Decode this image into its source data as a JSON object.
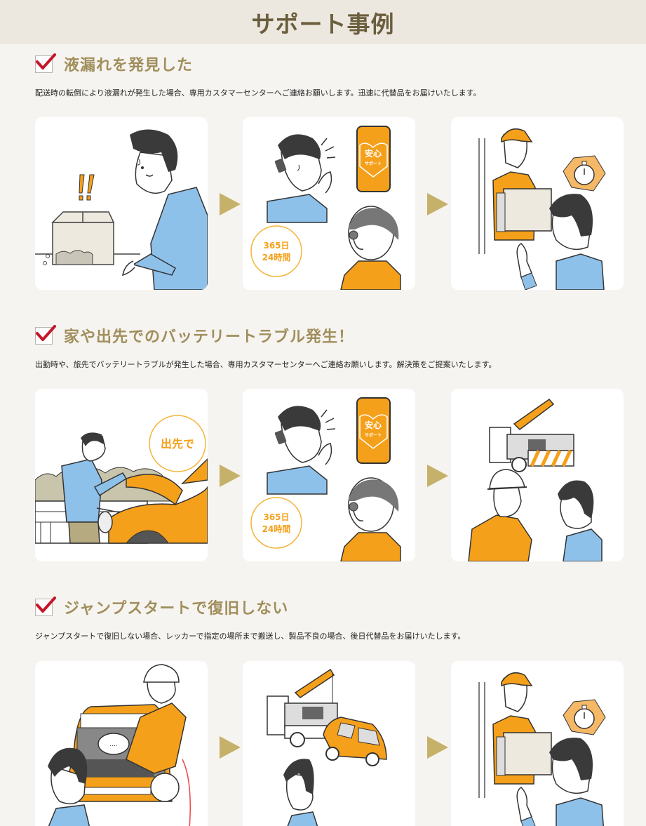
{
  "header": {
    "title": "サポート事例"
  },
  "colors": {
    "accent_gold": "#a08e5c",
    "title_brown": "#6b5e3e",
    "arrow": "#c6b16a",
    "check_red": "#c4162a",
    "orange": "#f5a01a",
    "shirt_blue": "#8ec1ea"
  },
  "sections": [
    {
      "title": "液漏れを発見した",
      "description": "配送時の転倒により液漏れが発生した場合、専用カスタマーセンターへご連絡お願いします。迅速に代替品をお届けいたします。",
      "steps": [
        {
          "illustration": "man-finding-leaking-box",
          "icon": "exclamation-marks-icon"
        },
        {
          "illustration": "customer-calling-support",
          "phone_label_main": "安心",
          "phone_label_sub": "サポート",
          "badge_line1": "365日",
          "badge_line2": "24時間"
        },
        {
          "illustration": "courier-delivering-replacement",
          "icon": "stopwatch-icon"
        }
      ]
    },
    {
      "title": "家や出先でのバッテリートラブル発生！",
      "description": "出勤時や、旅先でバッテリートラブルが発生した場合、専用カスタマーセンターへご連絡お願いします。解決策をご提案いたします。",
      "steps": [
        {
          "illustration": "man-checking-car-engine",
          "badge": "出先で"
        },
        {
          "illustration": "customer-calling-support",
          "phone_label_main": "安心",
          "phone_label_sub": "サポート",
          "badge_line1": "365日",
          "badge_line2": "24時間"
        },
        {
          "illustration": "tow-truck-worker-consulting"
        }
      ]
    },
    {
      "title": "ジャンプスタートで復旧しない",
      "description": "ジャンプスタートで復旧しない場合、レッカーで指定の場所まで搬送し、製品不良の場合、後日代替品をお届けいたします。",
      "steps": [
        {
          "illustration": "mechanic-jump-starting-car",
          "speech": "...."
        },
        {
          "illustration": "tow-truck-carrying-car"
        },
        {
          "illustration": "courier-delivering-replacement",
          "icon": "stopwatch-icon"
        }
      ]
    }
  ]
}
